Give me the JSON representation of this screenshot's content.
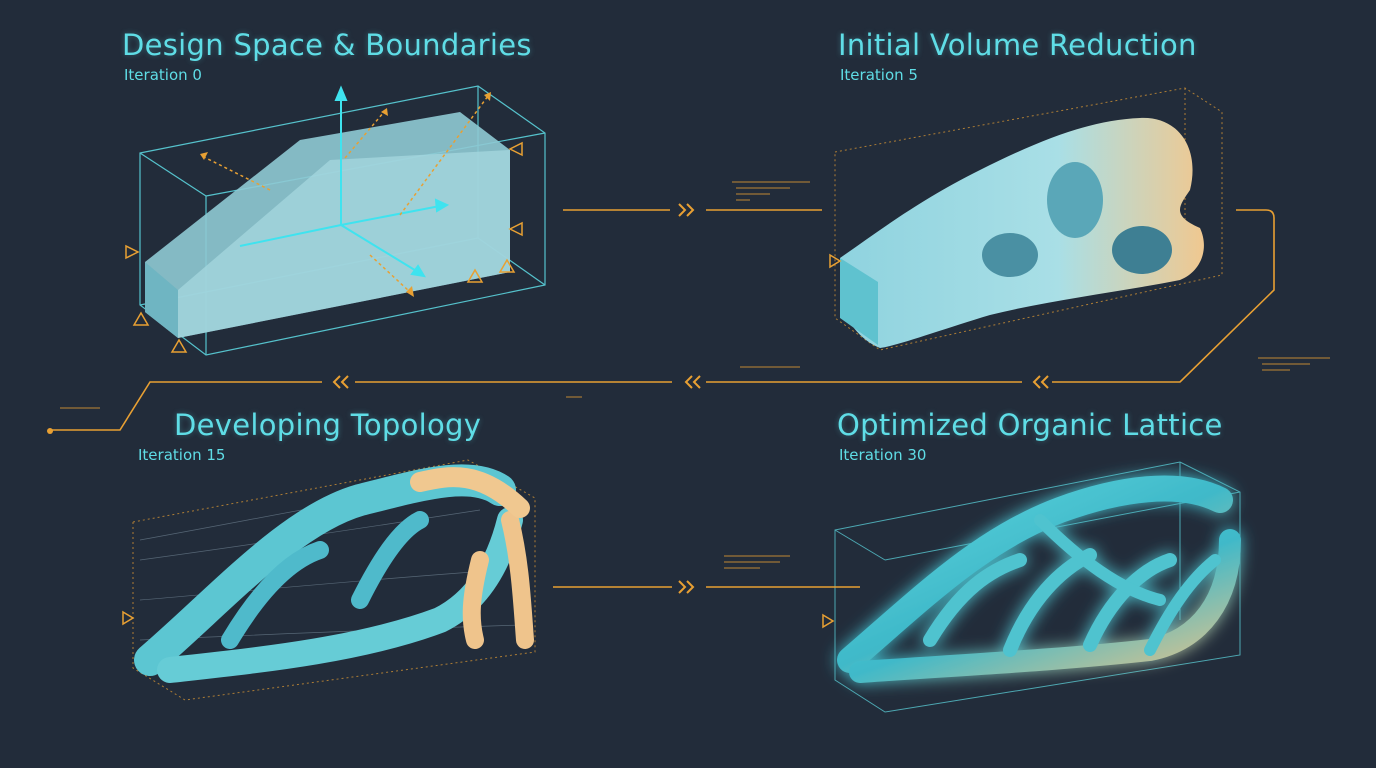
{
  "stages": [
    {
      "title": "Design Space & Boundaries",
      "iteration": "Iteration 0"
    },
    {
      "title": "Initial Volume Reduction",
      "iteration": "Iteration 5"
    },
    {
      "title": "Developing Topology",
      "iteration": "Iteration 15"
    },
    {
      "title": "Optimized Organic Lattice",
      "iteration": "Iteration 30"
    }
  ],
  "colors": {
    "background": "#222c3a",
    "accent_cyan": "#5fdde6",
    "accent_orange": "#e8a033",
    "material_fill": "#9fd8e2",
    "material_warm": "#f0c890"
  },
  "icons": [
    "arrow-right-icon",
    "arrow-left-icon",
    "support-triangle-icon",
    "force-vector-icon"
  ]
}
